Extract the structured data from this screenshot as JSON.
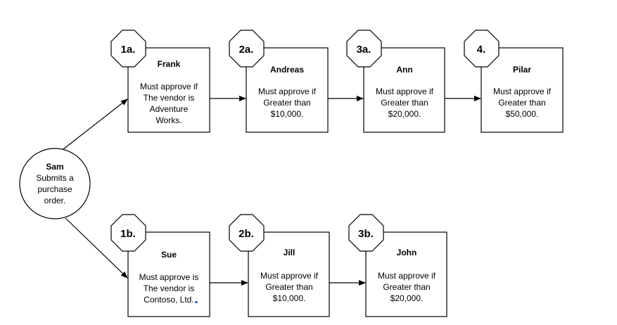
{
  "start": {
    "name": "Sam",
    "lines": [
      "Submits a",
      "purchase",
      "order."
    ]
  },
  "top_row": [
    {
      "step": "1a.",
      "name": "Frank",
      "lines": [
        "Must approve if",
        "The vendor is",
        "Adventure",
        "Works."
      ]
    },
    {
      "step": "2a.",
      "name": "Andreas",
      "lines": [
        "Must approve if",
        "Greater than",
        "$10,000."
      ]
    },
    {
      "step": "3a.",
      "name": "Ann",
      "lines": [
        "Must approve if",
        "Greater than",
        "$20,000."
      ]
    },
    {
      "step": "4.",
      "name": "Pilar",
      "lines": [
        "Must approve if",
        "Greater than",
        "$50,000."
      ]
    }
  ],
  "bottom_row": [
    {
      "step": "1b.",
      "name": "Sue",
      "lines": [
        "Must approve is",
        "The vendor is",
        "Contoso, Ltd."
      ]
    },
    {
      "step": "2b.",
      "name": "Jill",
      "lines": [
        "Must approve if",
        "Greater than",
        "$10,000."
      ]
    },
    {
      "step": "3b.",
      "name": "John",
      "lines": [
        "Must approve if",
        "Greater than",
        "$20,000."
      ]
    }
  ]
}
